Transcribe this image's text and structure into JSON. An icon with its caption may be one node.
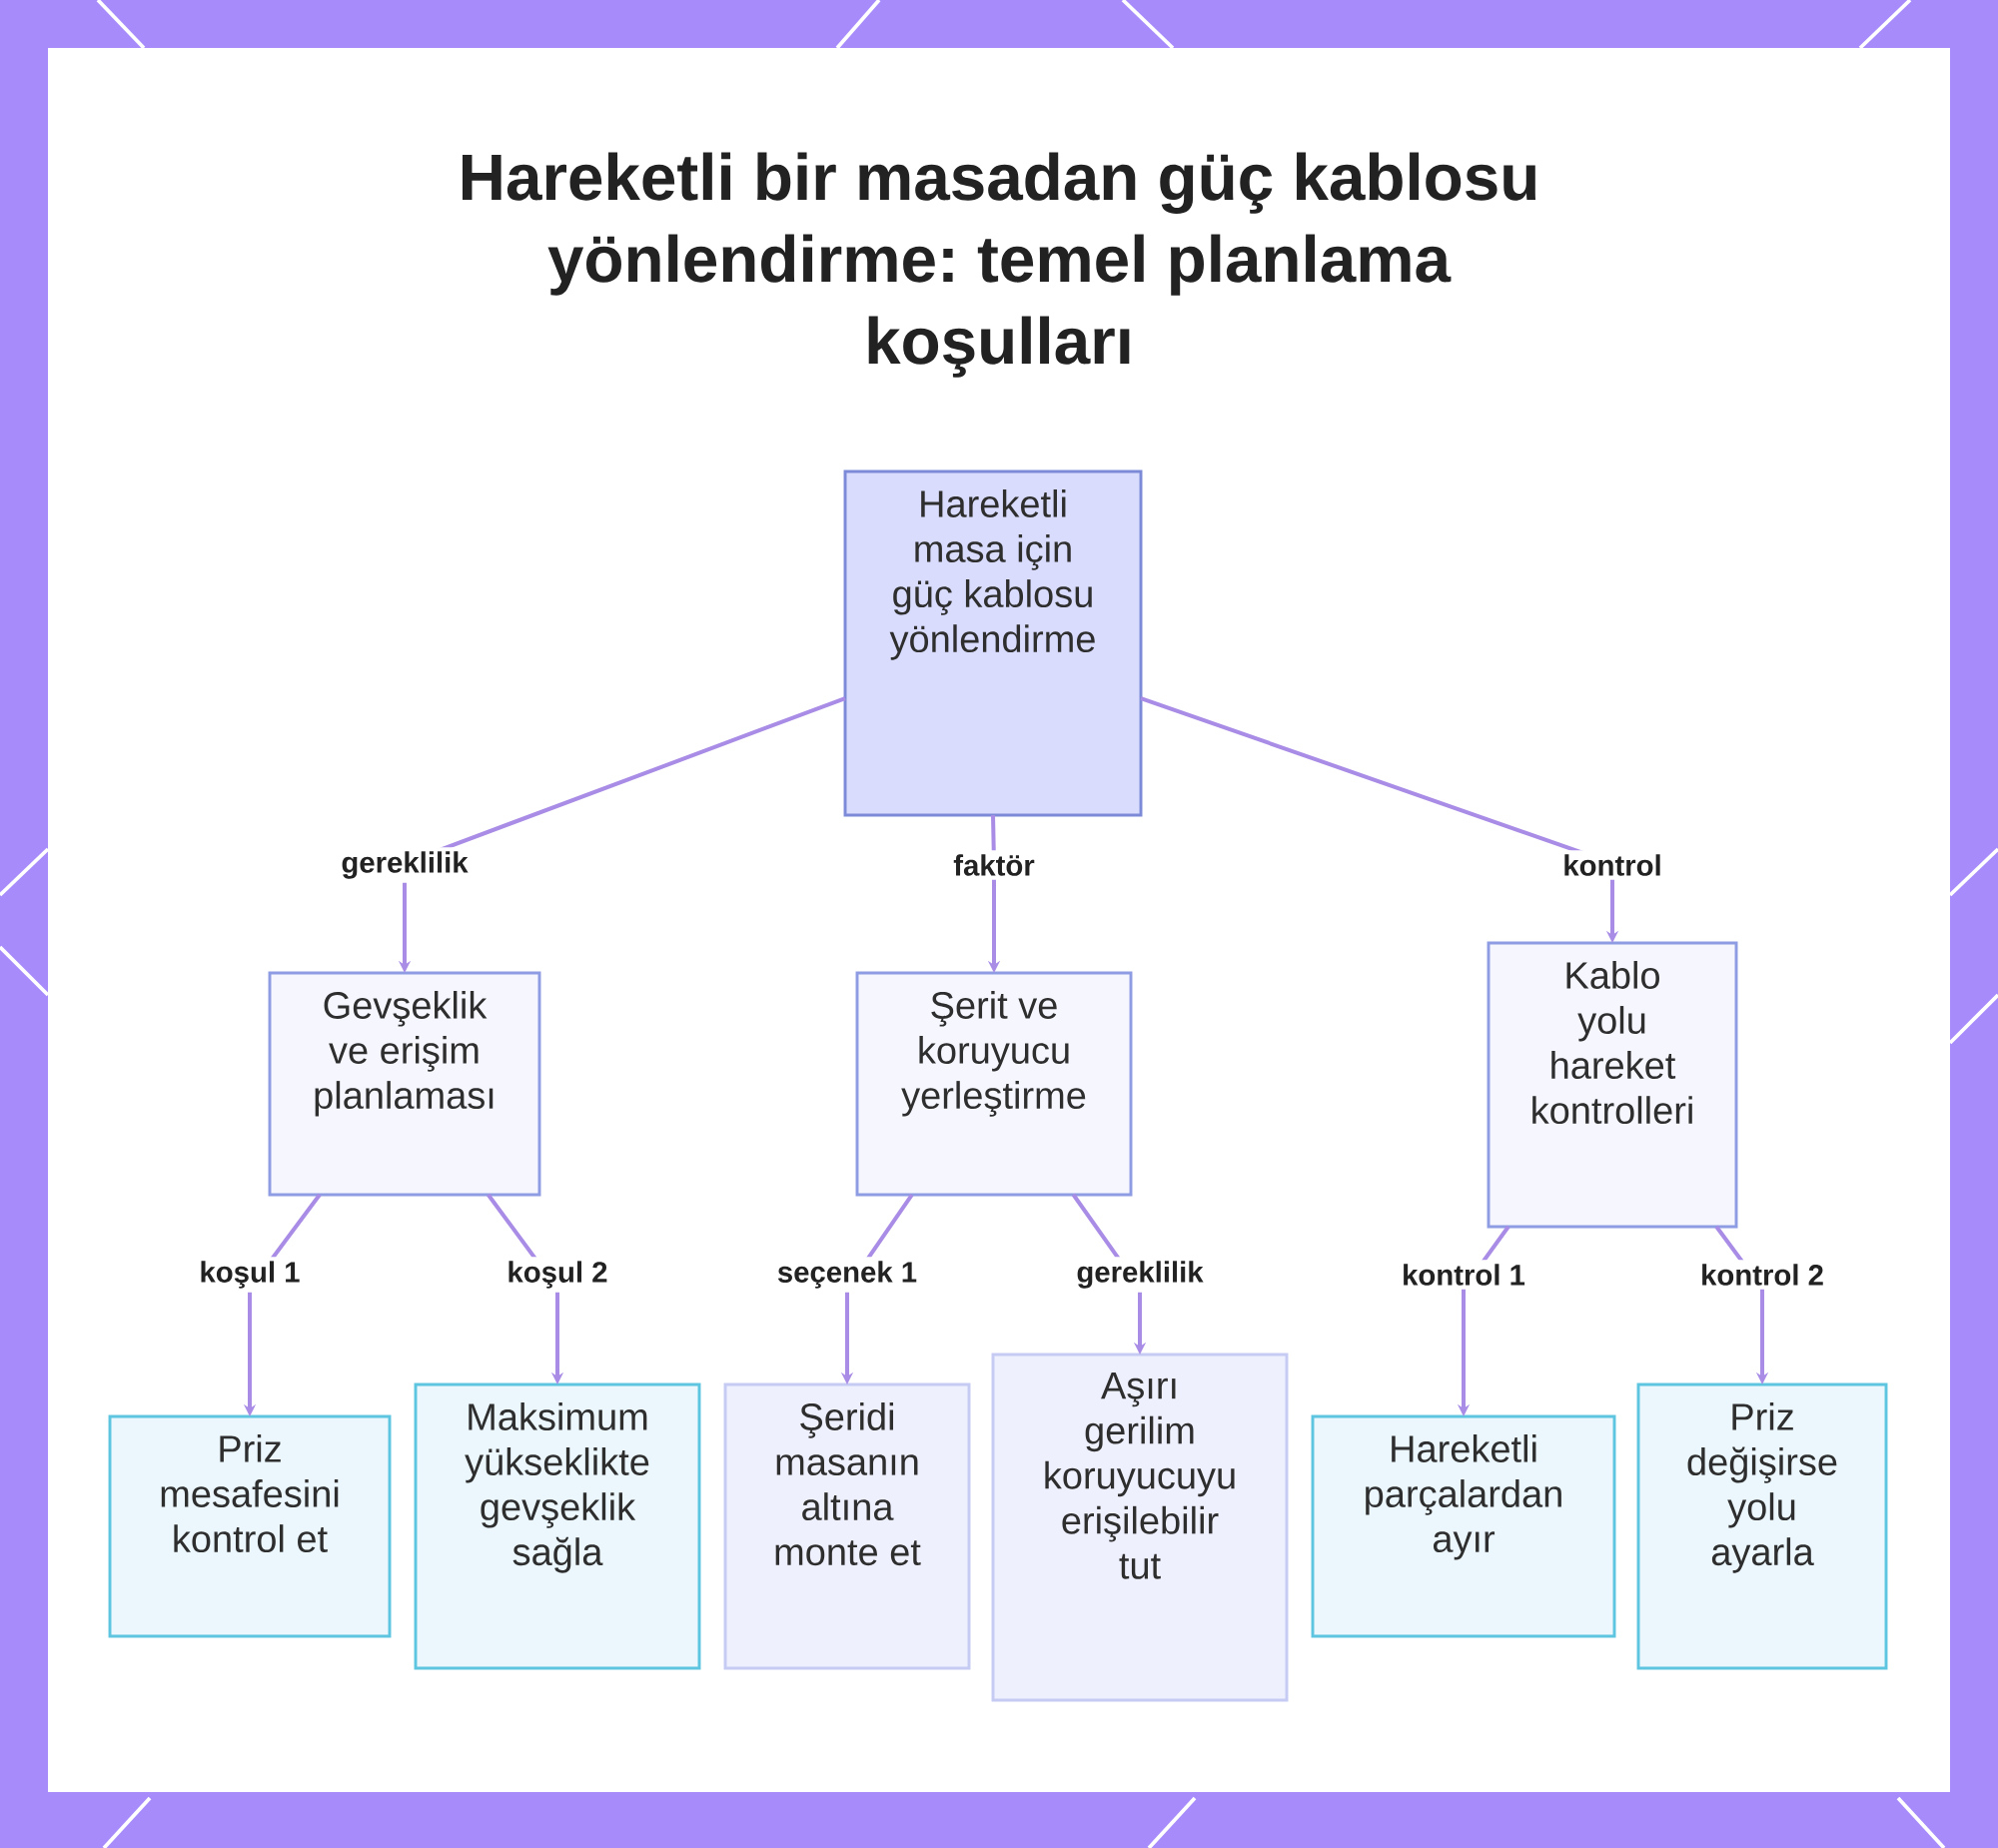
{
  "diagram": {
    "title": "Hareketli bir masadan güç kablosu yönlendirme: temel planlama koşulları",
    "nodes": [
      {
        "text": [
          "Hareketli masa için güç kablosu yönlendirme"
        ]
      },
      {
        "text": [
          "Gevşeklik ve erişim planlaması"
        ]
      },
      {
        "text": [
          "Şerit ve koruyucu yerleştirme"
        ]
      },
      {
        "text": [
          "Kablo yolu hareket kontrolleri"
        ]
      },
      {
        "text": [
          "Priz mesafesini kontrol et"
        ]
      },
      {
        "text": [
          "Maksimum yükseklikte gevşeklik sağla"
        ]
      },
      {
        "text": [
          "Şeridi masanın altına monte et"
        ]
      },
      {
        "text": [
          "Aşırı gerilim koruyucuyu erişilebilir tut"
        ]
      },
      {
        "text": [
          "Hareketli parçalardan ayır"
        ]
      },
      {
        "text": [
          "Priz değişirse yolu ayarla"
        ]
      }
    ],
    "edges": [
      {
        "from": 0,
        "to": 1,
        "arrow": "to",
        "label": "gereklilik"
      },
      {
        "from": 0,
        "to": 2,
        "arrow": "to",
        "label": "faktör"
      },
      {
        "from": 0,
        "to": 3,
        "arrow": "to",
        "label": "kontrol"
      },
      {
        "from": 1,
        "to": 4,
        "arrow": "to",
        "label": "koşul 1"
      },
      {
        "from": 1,
        "to": 5,
        "arrow": "to",
        "label": "koşul 2"
      },
      {
        "from": 2,
        "to": 6,
        "arrow": "to",
        "label": "seçenek 1"
      },
      {
        "from": 2,
        "to": 7,
        "arrow": "to",
        "label": "gereklilik"
      },
      {
        "from": 3,
        "to": 8,
        "arrow": "to",
        "label": "kontrol 1"
      },
      {
        "from": 3,
        "to": 9,
        "arrow": "to",
        "label": "kontrol 2"
      }
    ]
  }
}
